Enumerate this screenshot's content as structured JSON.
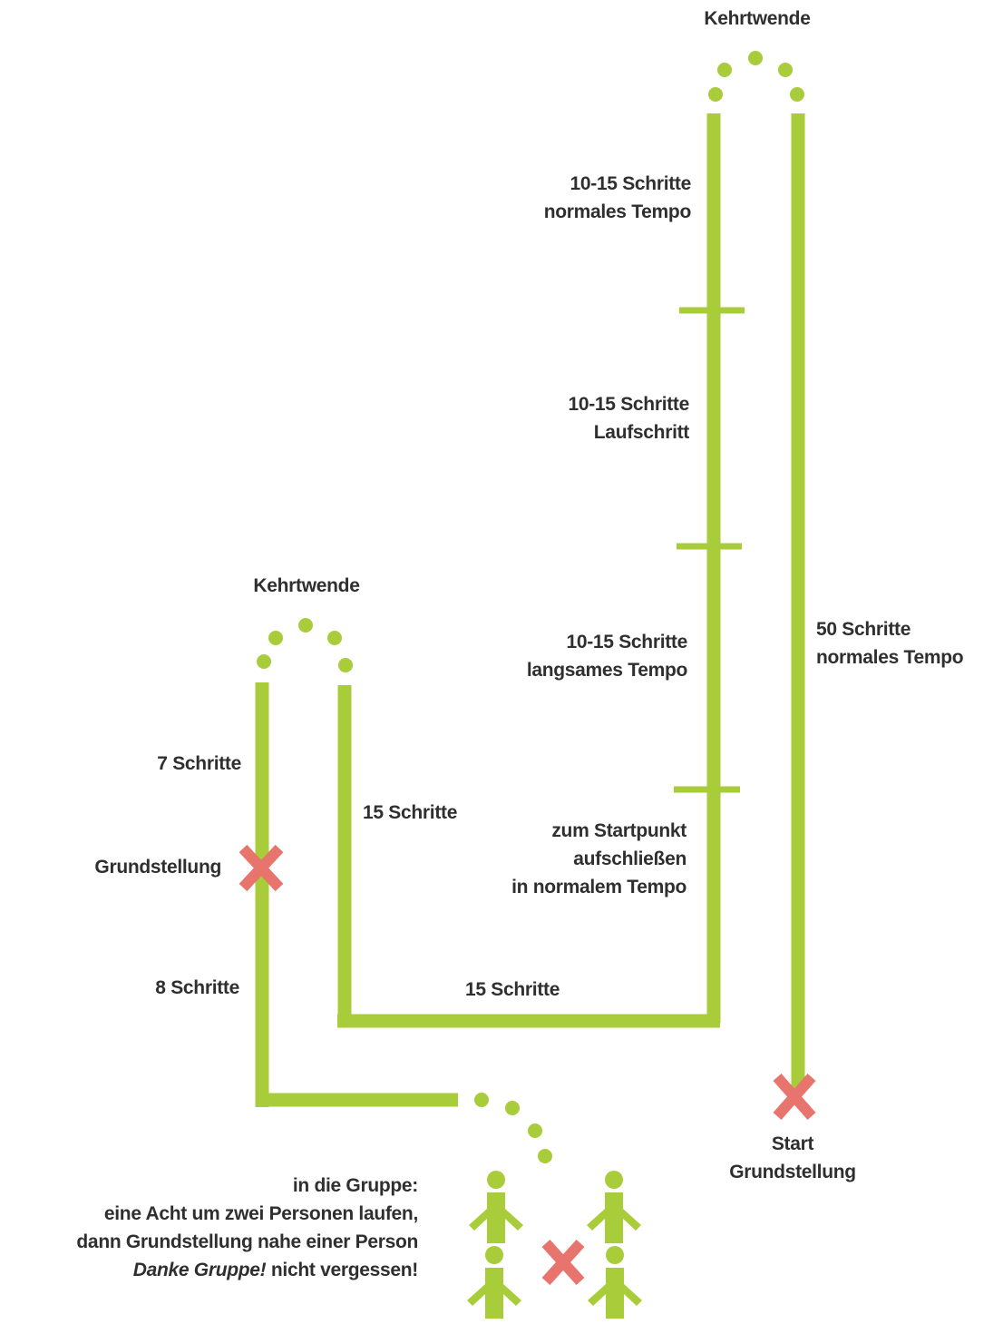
{
  "colors": {
    "path": "#a9cc3a",
    "marker": "#e8746e",
    "text": "#2f2f2f",
    "background": "#ffffff"
  },
  "labels": {
    "turn_top": "Kehrtwende",
    "seg1_line1": "10-15 Schritte",
    "seg1_line2": "normales Tempo",
    "seg2_line1": "10-15 Schritte",
    "seg2_line2": "Laufschritt",
    "seg3_line1": "10-15 Schritte",
    "seg3_line2": "langsames Tempo",
    "seg4_line1": "zum Startpunkt",
    "seg4_line2": "aufschließen",
    "seg4_line3": "in normalem Tempo",
    "right_line1": "50 Schritte",
    "right_line2": "normales Tempo",
    "start_line1": "Start",
    "start_line2": "Grundstellung",
    "turn_left": "Kehrtwende",
    "left_up": "7 Schritte",
    "left_mid": "Grundstellung",
    "left_down": "8 Schritte",
    "inner_right": "15 Schritte",
    "bottom": "15 Schritte",
    "group_line1": "in die Gruppe:",
    "group_line2": "eine Acht um zwei Personen laufen,",
    "group_line3": "dann Grundstellung nahe einer Person",
    "group_line4_italic": "Danke Gruppe!",
    "group_line4_rest": " nicht vergessen!"
  },
  "icons": [
    "start-cross-icon",
    "grundstellung-cross-icon",
    "group-cross-icon",
    "person-icon"
  ]
}
